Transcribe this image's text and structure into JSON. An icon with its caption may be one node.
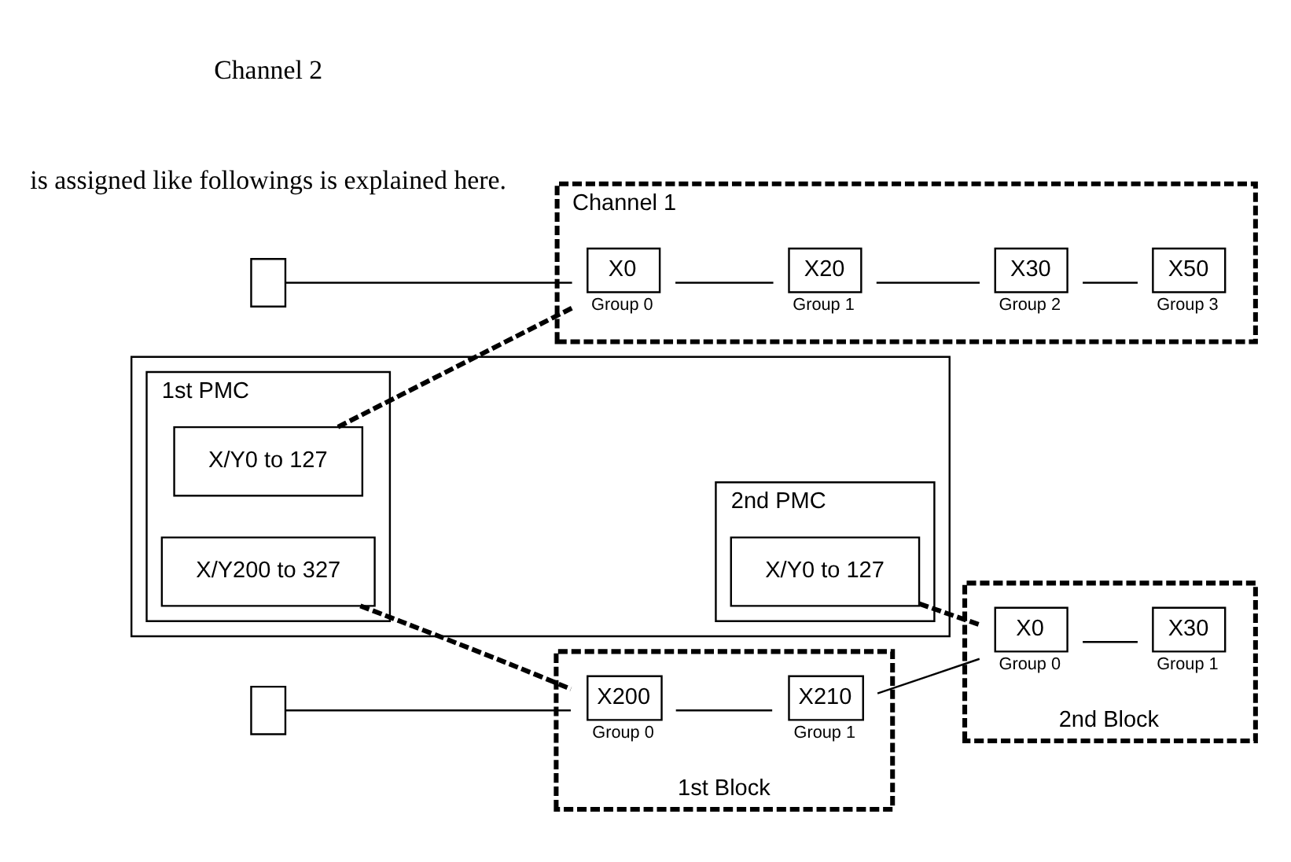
{
  "diagram": {
    "nodes": [
      {
        "text": [],
        "shape": "box"
      },
      {
        "text": [
          "1st PMC"
        ],
        "in": 0
      },
      {
        "text": [
          "X/Y0 to 127"
        ],
        "in": 1
      },
      {
        "text": [
          "X/Y200 to 327"
        ],
        "in": 1
      },
      {
        "text": [
          "2nd PMC"
        ],
        "in": 0
      },
      {
        "text": [
          "X/Y0 to 127"
        ],
        "in": 4
      },
      {
        "text": [
          "Channel 1"
        ]
      },
      {
        "text": [
          "X0"
        ],
        "in": 6,
        "beside": [
          "Group 0"
        ]
      },
      {
        "text": [
          "X20"
        ],
        "in": 6,
        "beside": [
          "Group 1"
        ]
      },
      {
        "text": [
          "X30"
        ],
        "in": 6,
        "beside": [
          "Group 2"
        ]
      },
      {
        "text": [
          "X50"
        ],
        "in": 6,
        "beside": [
          "Group 3"
        ]
      },
      {
        "text": [
          "1st Block"
        ]
      },
      {
        "text": [
          "X200"
        ],
        "in": 11,
        "beside": [
          "Group 0"
        ]
      },
      {
        "text": [
          "X210"
        ],
        "in": 11,
        "beside": [
          "Group 1"
        ]
      },
      {
        "text": [
          "2nd Block"
        ]
      },
      {
        "text": [
          "X0"
        ],
        "in": 14,
        "beside": [
          "Group 0"
        ]
      },
      {
        "text": [
          "X30"
        ],
        "in": 14,
        "beside": [
          "Group 1"
        ]
      },
      {
        "text": [],
        "shape": "box"
      },
      {
        "text": [],
        "shape": "box"
      }
    ],
    "edges": [
      {
        "from": 17,
        "to": 7,
        "arrow": "none"
      },
      {
        "from": 7,
        "to": 8,
        "arrow": "none"
      },
      {
        "from": 8,
        "to": 9,
        "arrow": "none"
      },
      {
        "from": 9,
        "to": 10,
        "arrow": "none"
      },
      {
        "from": 18,
        "to": 12,
        "arrow": "none"
      },
      {
        "from": 12,
        "to": 13,
        "arrow": "none"
      },
      {
        "from": 13,
        "to": 15,
        "arrow": "none"
      },
      {
        "from": 15,
        "to": 16,
        "arrow": "none"
      },
      {
        "from": 2,
        "to": 7,
        "arrow": "none",
        "style": "dashed"
      },
      {
        "from": 3,
        "to": 12,
        "arrow": "none",
        "style": "dashed"
      },
      {
        "from": 5,
        "to": 15,
        "arrow": "none",
        "style": "dashed"
      }
    ],
    "labels": [
      "is assigned like followings is explained here.",
      "Channel 2"
    ]
  }
}
